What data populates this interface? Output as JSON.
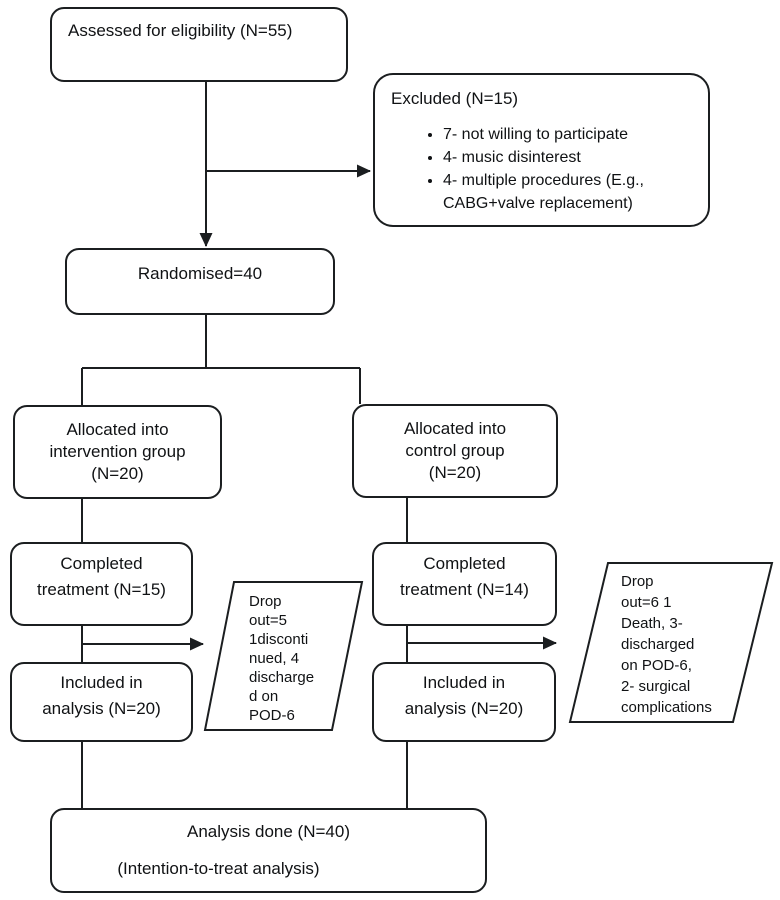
{
  "diagram": {
    "assessed": {
      "text": "Assessed for eligibility (N=55)"
    },
    "excluded": {
      "title": "Excluded (N=15)",
      "bullets": [
        "7- not willing to participate",
        "4- music disinterest",
        "4- multiple procedures (E.g., CABG+valve replacement)"
      ]
    },
    "randomised": {
      "text": "Randomised=40"
    },
    "alloc_intervention": {
      "lines": [
        "Allocated into",
        "intervention group",
        "(N=20)"
      ]
    },
    "alloc_control": {
      "lines": [
        "Allocated into",
        "control group",
        "(N=20)"
      ]
    },
    "completed_intervention": {
      "lines": [
        "Completed",
        "treatment (N=15)"
      ]
    },
    "completed_control": {
      "lines": [
        "Completed",
        "treatment (N=14)"
      ]
    },
    "included_intervention": {
      "lines": [
        "Included in",
        "analysis (N=20)"
      ]
    },
    "included_control": {
      "lines": [
        "Included in",
        "analysis (N=20)"
      ]
    },
    "dropout_intervention": {
      "lines": [
        "Drop",
        "out=5",
        "1disconti",
        "nued, 4",
        "discharge",
        "d on",
        "POD-6"
      ]
    },
    "dropout_control": {
      "lines": [
        "Drop",
        "out=6 1",
        "Death, 3-",
        "discharged",
        "on POD-6,",
        "2- surgical",
        "complications"
      ]
    },
    "analysis": {
      "lines": [
        "Analysis done (N=40)",
        "(Intention-to-treat analysis)"
      ]
    },
    "colors": {
      "stroke": "#1b1e20",
      "background": "#ffffff",
      "text": "#101214"
    }
  }
}
